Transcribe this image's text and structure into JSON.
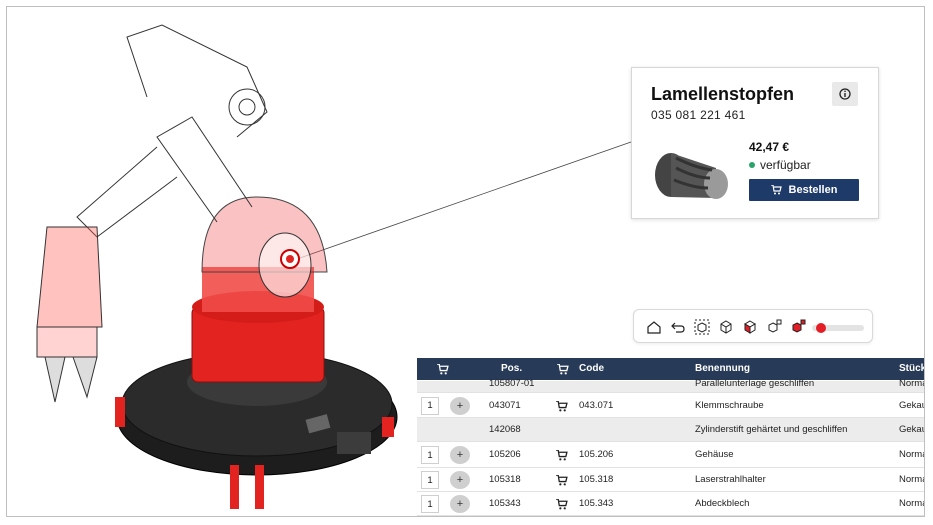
{
  "popup": {
    "title": "Lamellenstopfen",
    "code": "035 081 221 461",
    "price": "42,47 €",
    "availability": "verfügbar",
    "order_label": "Bestellen",
    "info_icon": "info-icon",
    "availability_color": "#2aa46b",
    "button_color": "#1e3a68"
  },
  "toolbar": {
    "icons": [
      "home-icon",
      "undo-icon",
      "fit-box-icon",
      "box-outline-icon",
      "box-red-icon",
      "box-explode-icon",
      "box-explode-red-icon"
    ],
    "slider_value": 0.1,
    "accent": "#e41e26"
  },
  "table": {
    "headers": {
      "cart": "cart-icon",
      "pos": "Pos.",
      "code": "Code",
      "name": "Benennung",
      "list": "Stücklis"
    },
    "rows": [
      {
        "qty": "",
        "pos": "105807-01",
        "code": "",
        "name": "Parallelunterlage geschliffen",
        "list": "Normal",
        "shade": true,
        "partial": true
      },
      {
        "qty": "1",
        "pos": "043071",
        "code": "043.071",
        "name": "Klemmschraube",
        "list": "Gekauft",
        "shade": false
      },
      {
        "qty": "",
        "pos": "142068",
        "code": "",
        "name": "Zylinderstift gehärtet und geschliffen",
        "list": "Gekauft",
        "shade": true
      },
      {
        "qty": "1",
        "pos": "105206",
        "code": "105.206",
        "name": "Gehäuse",
        "list": "Normal",
        "shade": false
      },
      {
        "qty": "1",
        "pos": "105318",
        "code": "105.318",
        "name": "Laserstrahlhalter",
        "list": "Normal",
        "shade": false
      },
      {
        "qty": "1",
        "pos": "105343",
        "code": "105.343",
        "name": "Abdeckblech",
        "list": "Normal",
        "shade": false
      }
    ],
    "header_color": "#273a57"
  }
}
